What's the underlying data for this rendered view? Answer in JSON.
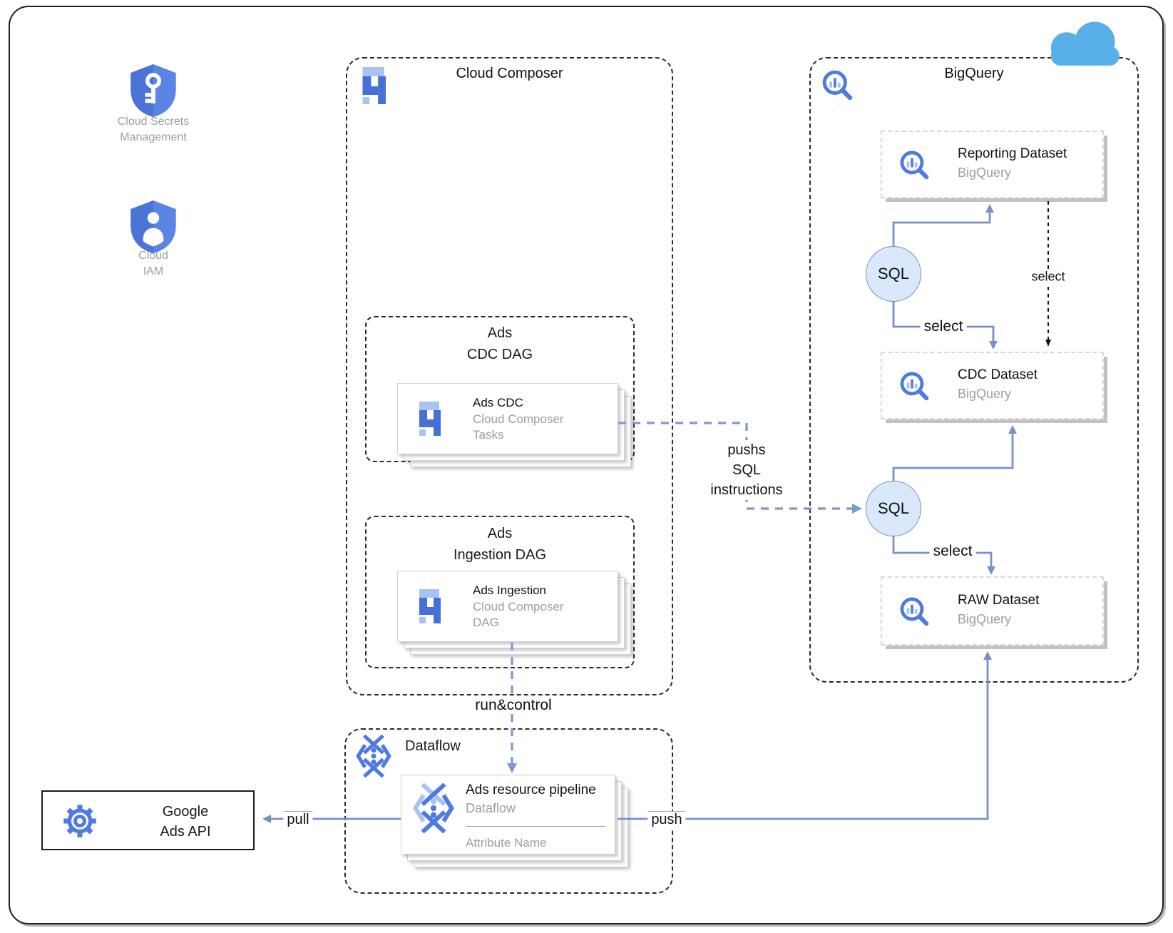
{
  "colors": {
    "icon-blue": "#4f7be0",
    "icon-blue-light": "#a9c2f4",
    "icon-blue-dark": "#4470d8",
    "shield-blue": "#5b85e4",
    "shield-blue-dark": "#4a74d8",
    "edge-blue": "#7a90c6",
    "edge-blue-dash": "#7d99d1",
    "sql-fill": "#dae8fc",
    "sql-stroke": "#6c8ebf",
    "cloud-blue": "#57b1e8",
    "text-gray": "#9e9e9e",
    "border-dark": "#1f1f1f",
    "dataset-border": "#d8d8d8",
    "dataset-shadow": "#c2c2c2"
  },
  "sidebar": {
    "secrets": {
      "label1": "Cloud Secrets",
      "label2": "Management"
    },
    "iam": {
      "label1": "Cloud",
      "label2": "IAM"
    }
  },
  "composer": {
    "title": "Cloud Composer",
    "cdc_dag": {
      "title1": "Ads",
      "title2": "CDC DAG",
      "card": {
        "title": "Ads CDC",
        "sub1": "Cloud Composer",
        "sub2": "Tasks"
      }
    },
    "ingestion_dag": {
      "title1": "Ads",
      "title2": "Ingestion DAG",
      "card": {
        "title": "Ads Ingestion",
        "sub1": "Cloud Composer",
        "sub2": "DAG"
      }
    }
  },
  "bigquery": {
    "title": "BigQuery",
    "datasets": [
      {
        "title": "Reporting Dataset",
        "subtitle": "BigQuery"
      },
      {
        "title": "CDC Dataset",
        "subtitle": "BigQuery"
      },
      {
        "title": "RAW Dataset",
        "subtitle": "BigQuery"
      }
    ],
    "sql_top": "SQL",
    "sql_bottom": "SQL"
  },
  "dataflow": {
    "title": "Dataflow",
    "card": {
      "title": "Ads resource pipeline",
      "sub": "Dataflow",
      "attribute": "Attribute Name"
    }
  },
  "ads_api": {
    "label1": "Google",
    "label2": "Ads API"
  },
  "edges": {
    "pushs_line1": "pushs",
    "pushs_line2": "SQL",
    "pushs_line3": "instructions",
    "select_sql1_cdc": "select",
    "select_reporting_cdc": "select",
    "select_sql2_raw": "select",
    "run_control": "run&control",
    "pull": "pull",
    "push": "push"
  }
}
